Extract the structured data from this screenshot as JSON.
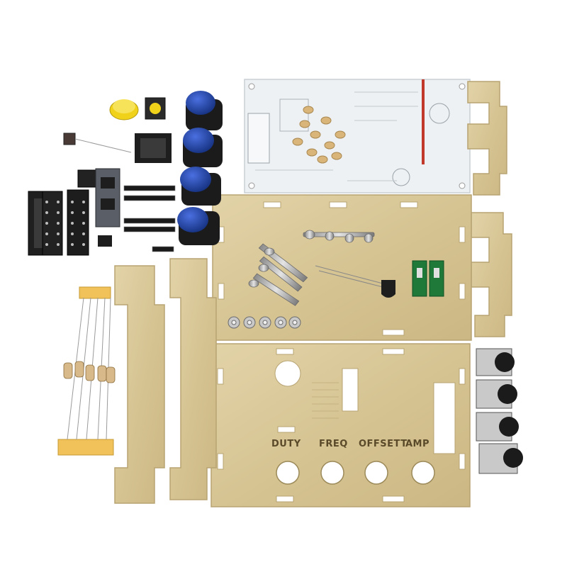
{
  "photo": {
    "panel_labels": [
      "DUTY",
      "FREQ",
      "OFFSETT",
      "AMP"
    ]
  },
  "colors": {
    "background": "#ffffff",
    "acrylic": "#d9c89a",
    "acrylic_edge": "#b8a473",
    "pcb": "#eef1f3",
    "knob_blue": "#1f3f9e",
    "knob_black": "#1b1b1b",
    "button_yellow": "#f0d21a"
  }
}
